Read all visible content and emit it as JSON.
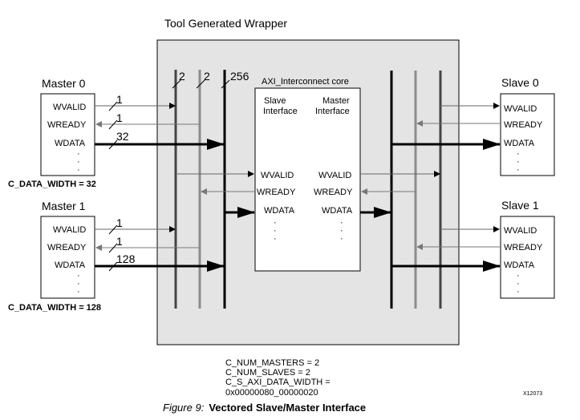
{
  "wrapper_title": "Tool Generated Wrapper",
  "core_title": "AXI_Interconnect core",
  "core_slave_interface": [
    "Slave",
    "Interface"
  ],
  "core_master_interface": [
    "Master",
    "Interface"
  ],
  "core_ports": [
    "WVALID",
    "WREADY",
    "WDATA"
  ],
  "signal_names": [
    "WVALID",
    "WREADY",
    "WDATA"
  ],
  "dots": "·",
  "masters": [
    {
      "name": "Master 0",
      "width_label": "C_DATA_WIDTH = 32",
      "bus_widths": [
        "1",
        "1",
        "32"
      ]
    },
    {
      "name": "Master 1",
      "width_label": "C_DATA_WIDTH = 128",
      "bus_widths": [
        "1",
        "1",
        "128"
      ]
    }
  ],
  "slaves": [
    {
      "name": "Slave 0"
    },
    {
      "name": "Slave 1"
    }
  ],
  "vector_widths": [
    "2",
    "2",
    "256"
  ],
  "config_lines": [
    "C_NUM_MASTERS = 2",
    "C_NUM_SLAVES = 2",
    "C_S_AXI_DATA_WIDTH =",
    "0x00000080_00000020"
  ],
  "figure_code": "X12073",
  "caption_prefix": "Figure 9:",
  "caption_title": "Vectored Slave/Master Interface",
  "colors": {
    "wrapper_fill": "#e4e4e4",
    "dark_bus": "#444444",
    "gray_bus": "#8c8c8c",
    "wide_bus": "#000000"
  }
}
